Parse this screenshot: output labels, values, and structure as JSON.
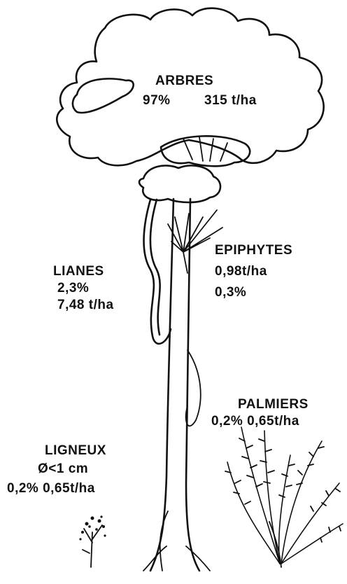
{
  "labels": {
    "arbres": {
      "name": "ARBRES",
      "percent": "97%",
      "mass": "315 t/ha"
    },
    "epiphytes": {
      "name": "EPIPHYTES",
      "mass": "0,98t/ha",
      "percent": "0,3%"
    },
    "lianes": {
      "name": "LIANES",
      "percent": "2,3%",
      "mass": "7,48 t/ha"
    },
    "palmiers": {
      "name": "PALMIERS",
      "values": "0,2% 0,65t/ha"
    },
    "ligneux": {
      "name": "LIGNEUX",
      "diameter": "Ø<1 cm",
      "values": "0,2% 0,65t/ha"
    }
  }
}
